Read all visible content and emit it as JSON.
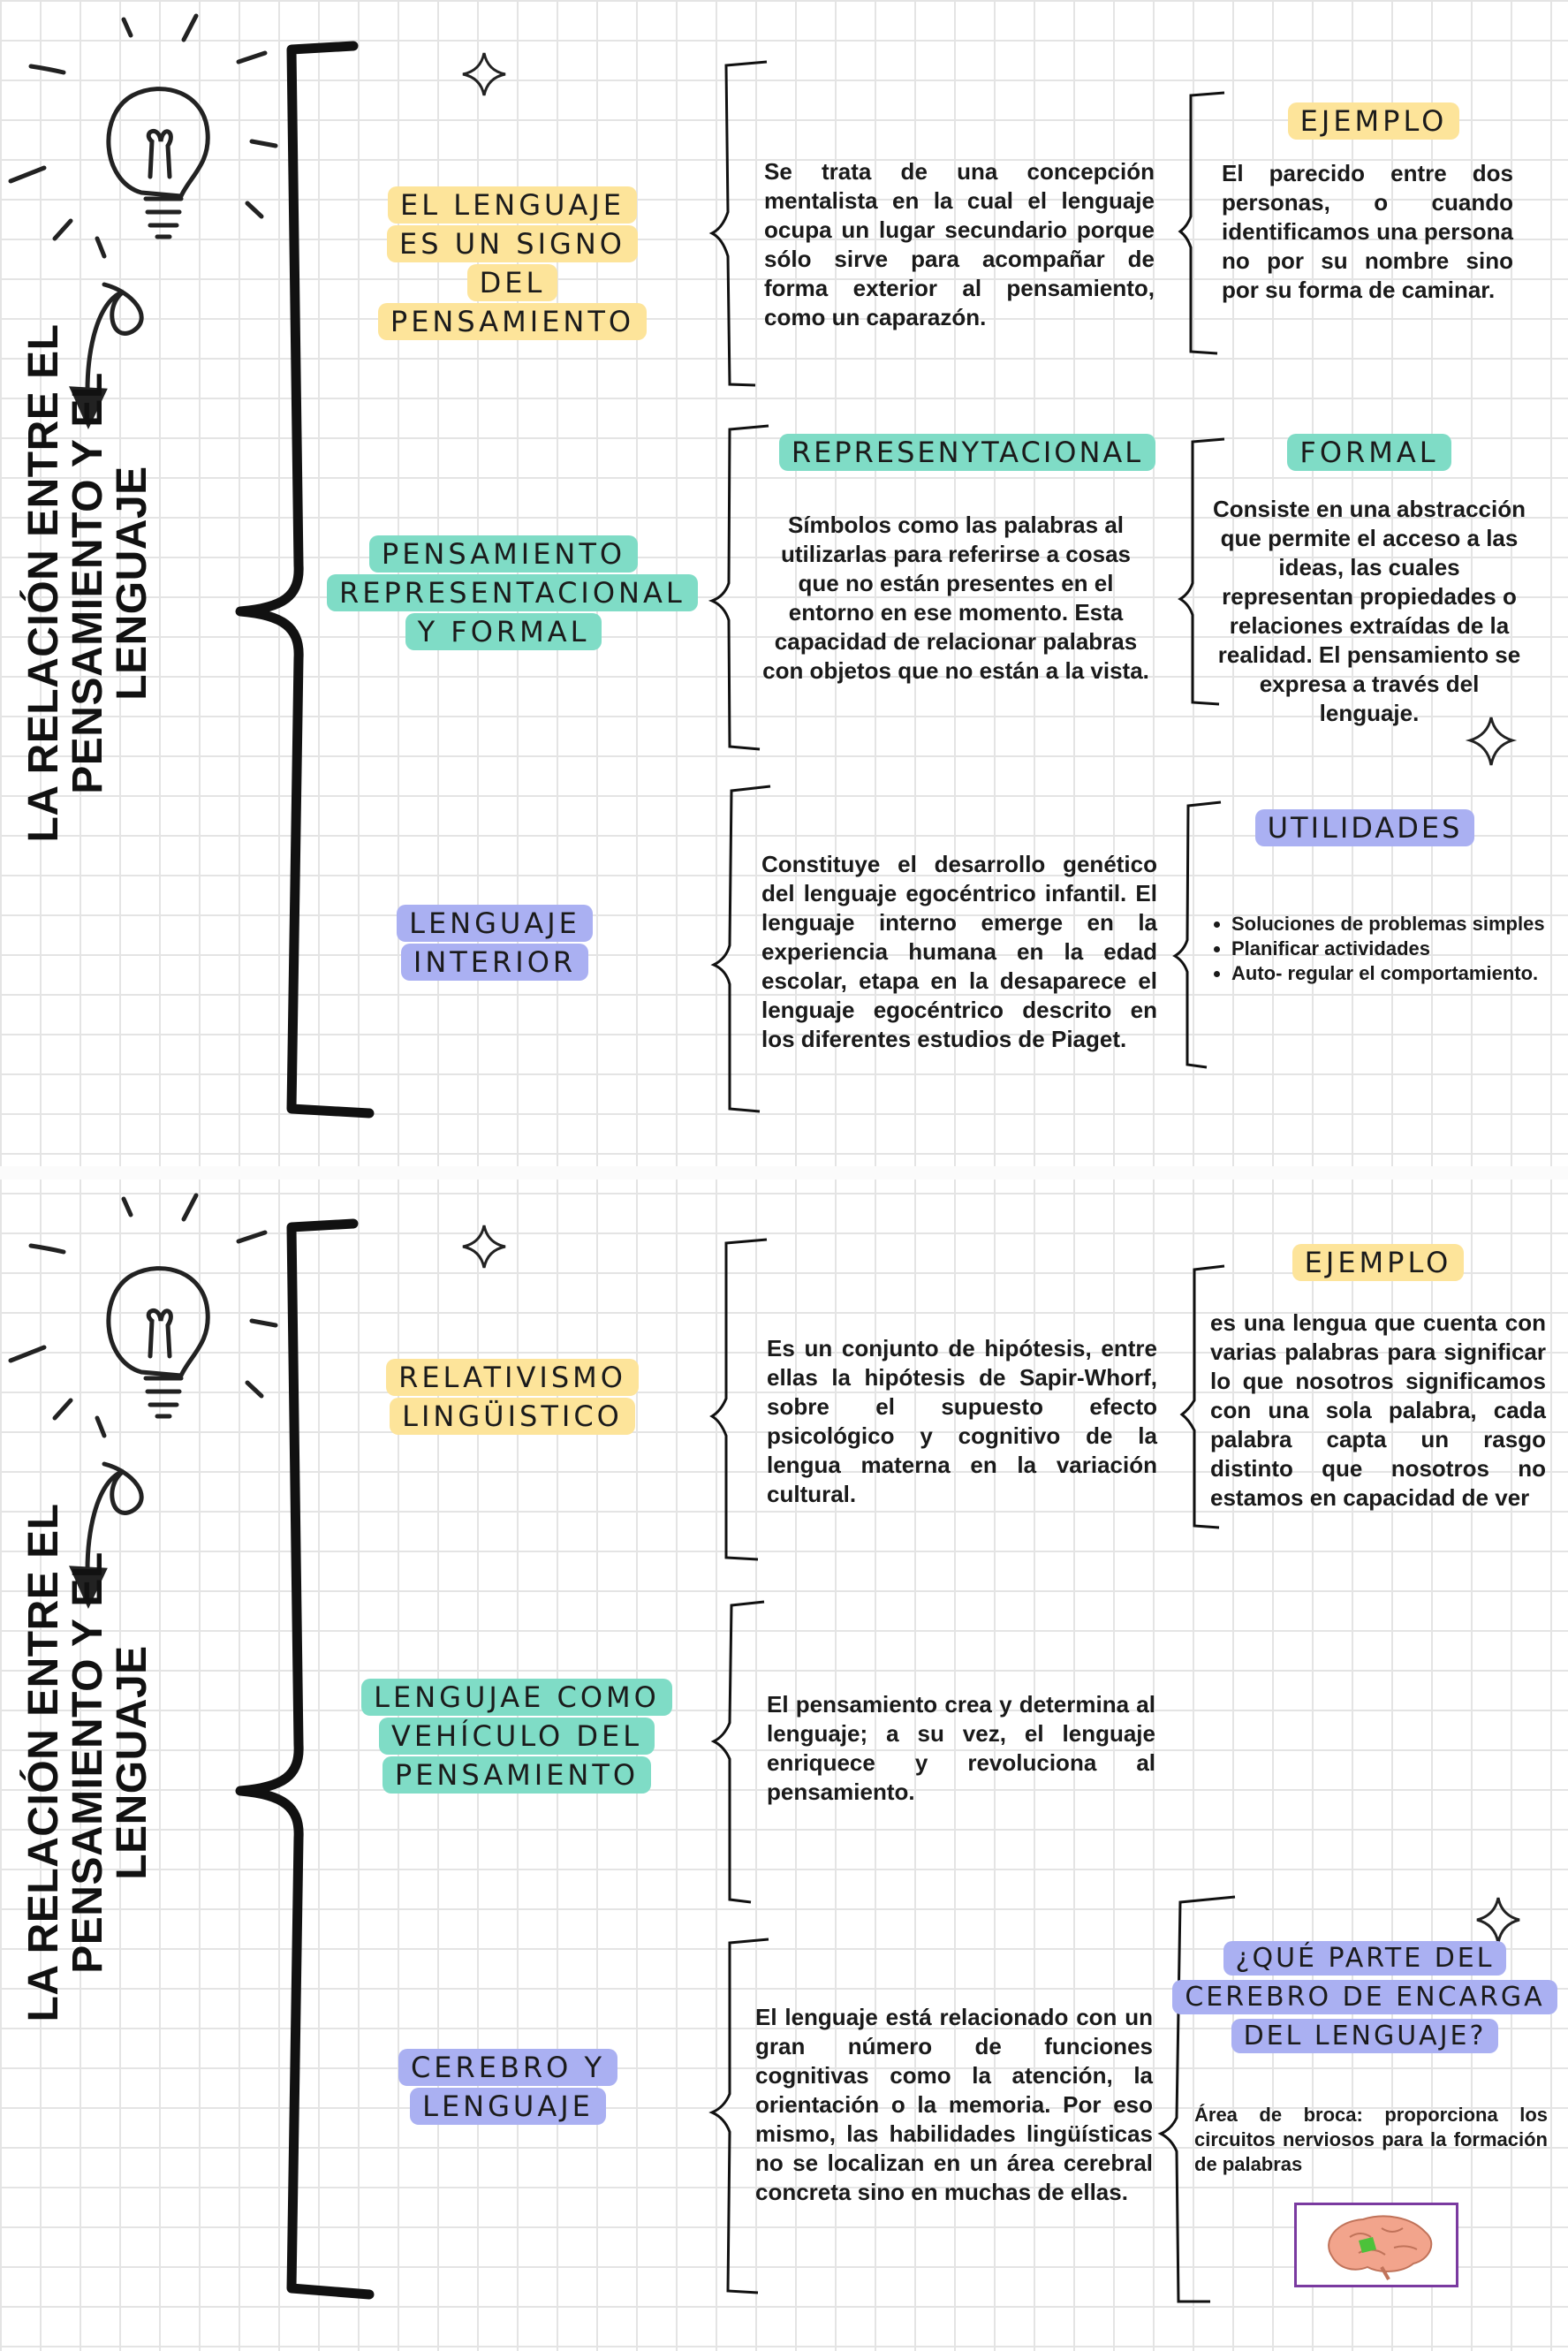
{
  "panel1": {
    "title": "LA RELACIÓN ENTRE EL\nPENSAMIENTO Y EL\nLENGUAJE",
    "node1": {
      "label": "EL LENGUAJE\nES UN SIGNO\nDEL\nPENSAMIENTO",
      "text": "Se trata de una concepción mentalista en la cual el lenguaje ocupa un lugar secundario porque sólo sirve para acompañar de forma exterior al pensamiento, como un caparazón.",
      "side_label": "EJEMPLO",
      "side_text": "El parecido entre dos personas, o cuando identificamos una persona no por su nombre sino por su forma de caminar."
    },
    "node2": {
      "label": "PENSAMIENTO\nREPRESENTACIONAL\nY FORMAL",
      "sub_label": "REPRESENYTACIONAL",
      "text": "Símbolos como las palabras al utilizarlas para referirse a cosas que no están presentes en el entorno en ese momento. Esta capacidad de relacionar palabras con objetos que no están a la vista.",
      "side_label": "FORMAL",
      "side_text": "Consiste en una abstracción que permite el acceso a las ideas, las cuales representan propiedades o relaciones extraídas de la realidad. El pensamiento se expresa a través del lenguaje."
    },
    "node3": {
      "label": "LENGUAJE\nINTERIOR",
      "text": "Constituye el desarrollo genético del lenguaje egocéntrico infantil. El lenguaje interno emerge en la experiencia humana en la edad escolar, etapa en la desaparece el lenguaje egocéntrico descrito en los diferentes estudios de Piaget.",
      "side_label": "UTILIDADES",
      "side_items": [
        "Soluciones de problemas simples",
        "Planificar actividades",
        "Auto- regular el comportamiento."
      ]
    }
  },
  "panel2": {
    "title": "LA RELACIÓN ENTRE EL\nPENSAMIENTO Y EL\nLENGUAJE",
    "node1": {
      "label": "RELATIVISMO\nLINGÜISTICO",
      "text": "Es un conjunto de hipótesis, entre ellas la hipótesis de Sapir-Whorf, sobre el supuesto efecto psicológico y cognitivo de la lengua materna en la variación cultural.",
      "side_label": "EJEMPLO",
      "side_text": "es una lengua que cuenta con varias palabras para significar lo que nosotros significamos con una sola palabra, cada palabra capta un rasgo distinto que nosotros no estamos en capacidad de ver"
    },
    "node2": {
      "label": "LENGUJAE COMO\nVEHÍCULO DEL\nPENSAMIENTO",
      "text": "El pensamiento crea y determina al lenguaje; a su vez, el lenguaje enriquece y revoluciona al pensamiento."
    },
    "node3": {
      "label": "CEREBRO Y\nLENGUAJE",
      "text": "El lenguaje está relacionado con un gran número de funciones cognitivas como la atención, la orientación o la memoria. Por eso mismo, las habilidades lingüísticas no se localizan en un área cerebral concreta sino en muchas de ellas.",
      "side_label": "¿QUÉ PARTE DEL\nCEREBRO DE ENCARGA\nDEL LENGUAJE?",
      "side_text": "Área de broca: proporciona los circuitos nerviosos para la formación de palabras"
    }
  },
  "colors": {
    "yellow": "#fde49a",
    "green": "#7fdcc6",
    "blue": "#aab0f2",
    "ink": "#111111"
  }
}
